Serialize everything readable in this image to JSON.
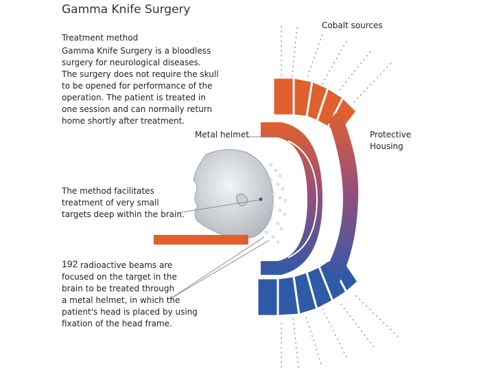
{
  "title": "Gamma Knife Surgery",
  "treatment_method": {
    "heading": "Treatment method",
    "body": "Gamma Knife Surgery is a bloodless\nsurgery for neurological diseases.\nThe surgery does not require the skull\nto be opened for performance of the\noperation. The patient is treated in\none session and can normally return\nhome shortly after treatment."
  },
  "labels": {
    "cobalt_sources": "Cobalt sources",
    "metal_helmet": "Metal helmet",
    "protective_housing": "Protective\nHousing"
  },
  "method_note": "The method facilitates\ntreatment of very small\ntargets deep within the brain.",
  "beams_note": {
    "count": "192",
    "first_line": "radioactive beams are",
    "rest": "focused on the target in the\nbrain to be treated through\na metal helmet, in which the\npatient's head is placed by using\nfixation of the head frame."
  },
  "colors": {
    "orange": "#e0602e",
    "blue": "#2f5aa8",
    "beam": "#6f93b6"
  }
}
